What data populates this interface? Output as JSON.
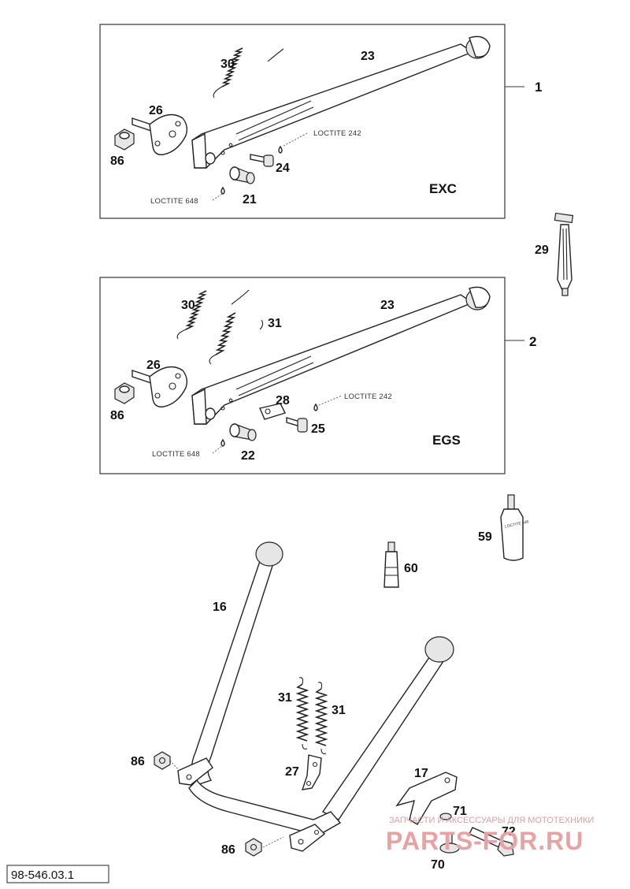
{
  "panel_exc": {
    "variant": "EXC",
    "callout": "1",
    "labels": {
      "p30": "30",
      "p23": "23",
      "p26": "26",
      "p86": "86",
      "p24": "24",
      "p21": "21"
    },
    "loctite_242": "LOCTITE 242",
    "loctite_648": "LOCTITE 648"
  },
  "panel_egs": {
    "variant": "EGS",
    "callout": "2",
    "labels": {
      "p30": "30",
      "p31": "31",
      "p23": "23",
      "p26": "26",
      "p86": "86",
      "p28": "28",
      "p25": "25",
      "p22": "22"
    },
    "loctite_242": "LOCTITE 242",
    "loctite_648": "LOCTITE 648"
  },
  "loose_parts": {
    "p29": "29",
    "p59": "59",
    "p60": "60",
    "bottle_text": "LOCTITE 648"
  },
  "center_stand": {
    "p16": "16",
    "p31a": "31",
    "p31b": "31",
    "p27": "27",
    "p86a": "86",
    "p86b": "86",
    "p17": "17",
    "p71": "71",
    "p72": "72",
    "p70": "70"
  },
  "watermark": {
    "brand": "PARTS-FOR.RU",
    "tagline": "ЗАПЧАСТИ И АКСЕССУАРЫ ДЛЯ МОТОТЕХНИКИ"
  },
  "document_number": "98-546.03.1"
}
